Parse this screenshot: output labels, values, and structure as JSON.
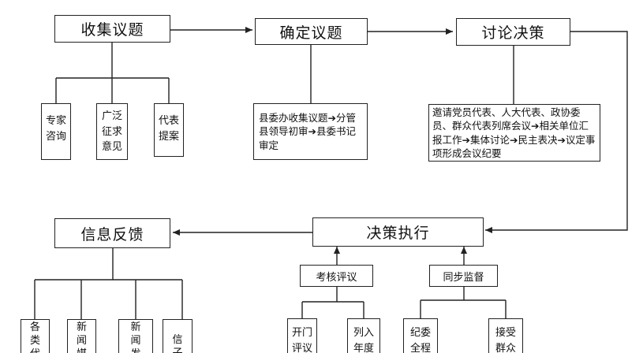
{
  "steps": {
    "collect": "收集议题",
    "confirm": "确定议题",
    "discuss": "讨论决策",
    "execute": "决策执行",
    "feedback": "信息反馈"
  },
  "collect_sources": [
    "专家\n咨询",
    "广泛\n征求\n意见",
    "代表\n提案"
  ],
  "confirm_desc": "县委办收集议题➔分管县领导初审➔县委书记审定",
  "discuss_desc": "邀请党员代表、人大代表、政协委员、群众代表列席会议➔相关单位汇报工作➔集体讨论➔民主表决➔议定事项形成会议纪要",
  "execution": {
    "assess": "考核评议",
    "supervise": "同步监督",
    "assess_items": [
      "开门\n评议",
      "列入\n年度"
    ],
    "supervise_items": [
      "纪委\n全程",
      "接受\n群众"
    ]
  },
  "feedback_items": [
    "各\n类\n代",
    "新\n闻\n媒",
    "新\n闻\n发",
    "信\n子"
  ]
}
